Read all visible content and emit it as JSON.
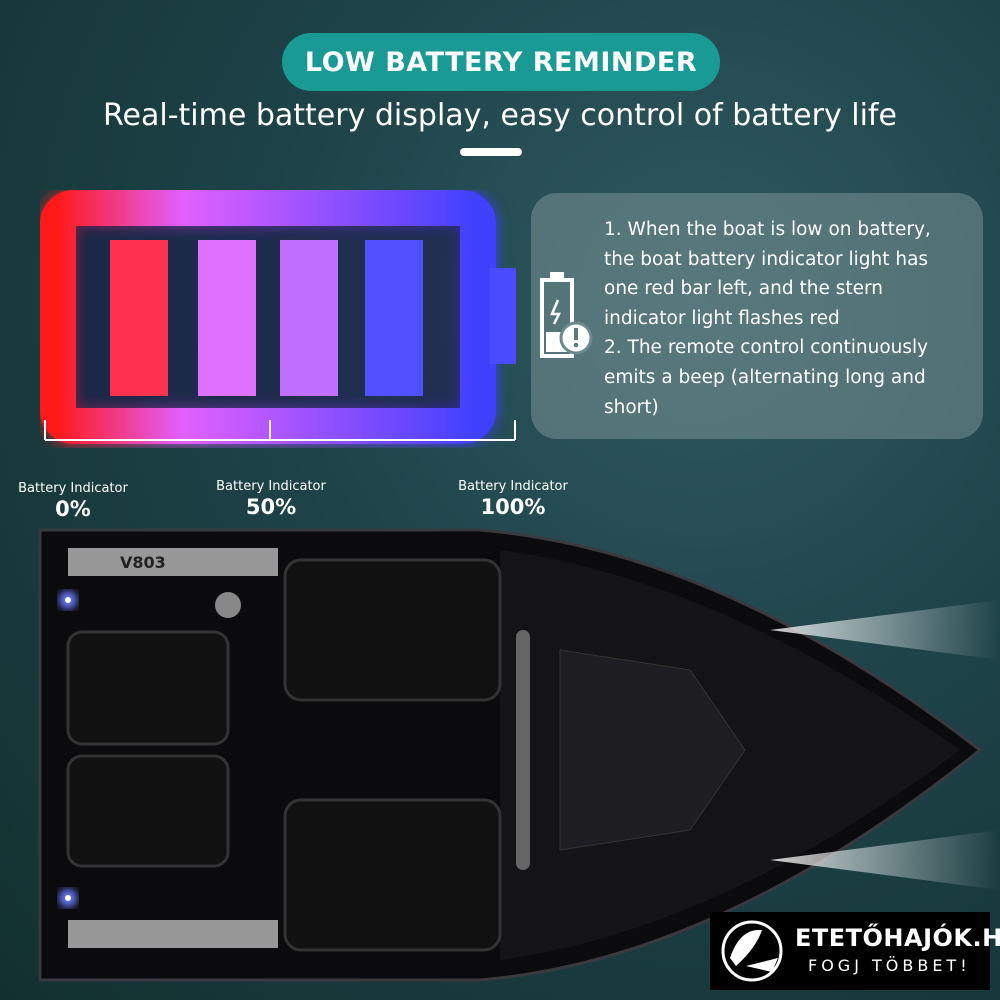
{
  "header": {
    "title": "LOW BATTERY REMINDER",
    "subtitle": "Real-time battery display, easy control of battery life"
  },
  "info": {
    "lines": [
      "1. When the boat is low on battery, the boat battery indicator light has one red bar left, and the stern indicator light flashes red",
      "2. The remote control continuously emits a beep (alternating long and short)"
    ],
    "icon": "low-battery-warning-icon"
  },
  "indicators": [
    {
      "label": "Battery Indicator",
      "value": "0%"
    },
    {
      "label": "Battery Indicator",
      "value": "50%"
    },
    {
      "label": "Battery Indicator",
      "value": "100%"
    }
  ],
  "boat": {
    "model": "V803"
  },
  "logo": {
    "name": "ETETŐHAJÓK.HU",
    "slogan": "FOGJ TÖBBET!"
  },
  "colors": {
    "accent": "#1a9a94",
    "red": "#ff2020",
    "blue": "#3a3aff"
  }
}
